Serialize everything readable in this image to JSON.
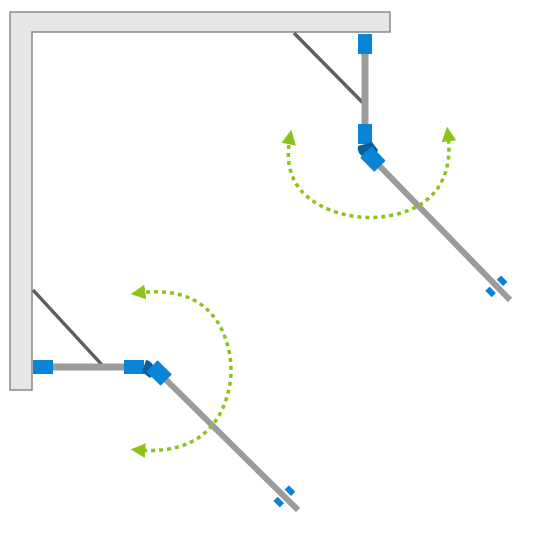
{
  "diagram": {
    "type": "shower-enclosure-plan",
    "colors": {
      "wall_fill": "#e6e6e6",
      "wall_stroke": "#8a8a8a",
      "profile": "#9b9b9b",
      "glass_fixed": "#5f5f5f",
      "hinge": "#0a84d6",
      "hinge_dark": "#075f9e",
      "arrow": "#8cc21a"
    },
    "elements": {
      "wall": "l-shaped-wall",
      "fixed_panels": 2,
      "pivot_doors": 2,
      "swing_arrows": 2,
      "icons": [
        "hinge-icon",
        "door-handle-icon",
        "double-arrow-icon"
      ]
    }
  }
}
